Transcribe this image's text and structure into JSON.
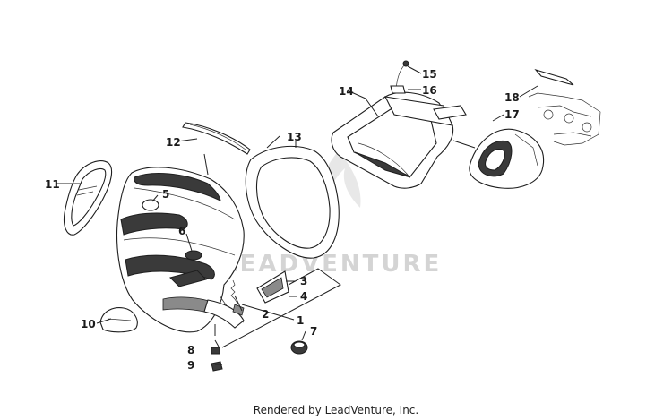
{
  "diagram": {
    "watermark": "LEADVENTURE",
    "footer": "Rendered by LeadVenture, Inc.",
    "callouts": [
      "1",
      "2",
      "3",
      "4",
      "5",
      "6",
      "7",
      "8",
      "9",
      "10",
      "11",
      "12",
      "13",
      "14",
      "15",
      "16",
      "17",
      "18"
    ]
  },
  "colors": {
    "ink": "#1e1e1e",
    "watermark": "#d4d4d4",
    "background": "#ffffff"
  }
}
